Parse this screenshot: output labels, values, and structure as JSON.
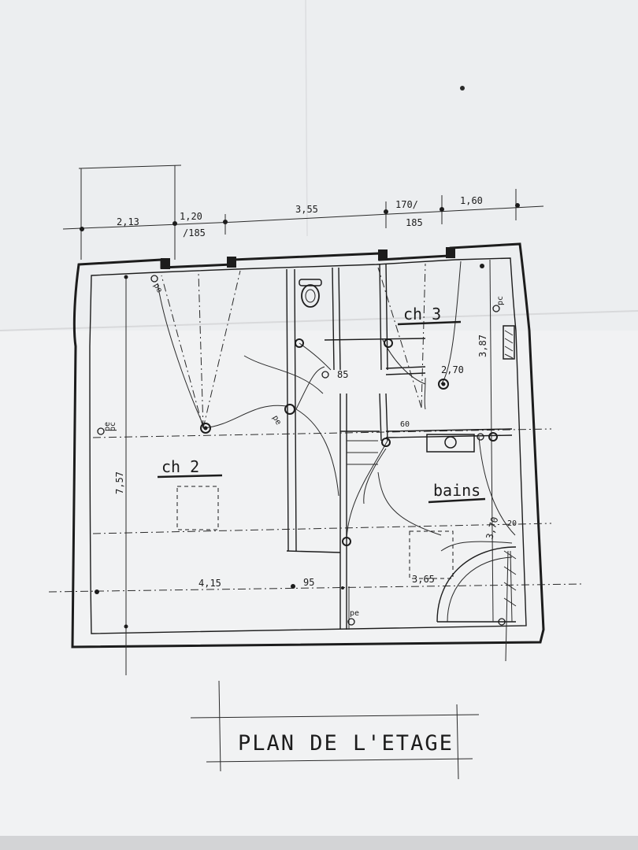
{
  "title": "PLAN DE L'ETAGE",
  "rooms": {
    "ch2": "ch_2",
    "ch3": "ch_3",
    "bains": "bains"
  },
  "dimensions": {
    "top_1": "2,13",
    "top_2": "1,20",
    "top_2b": "/185",
    "top_3": "3,55",
    "top_4": "170/",
    "top_4b": "185",
    "top_5": "1,60",
    "left_height": "7,57",
    "right_height": "3,87",
    "bottom_1": "4,15",
    "bottom_2": "95",
    "bottom_3": "3,65",
    "inner_85": "85",
    "inner_270": "2,70",
    "inner_60": "60",
    "inner_370": "3,70",
    "inner_20": "20"
  },
  "symbols": {
    "pc": "pc",
    "pe": "pe"
  },
  "colors": {
    "paper": "#f2f3f4",
    "paper_shadow": "#e4e5e7",
    "ink": "#1c1c1c"
  }
}
